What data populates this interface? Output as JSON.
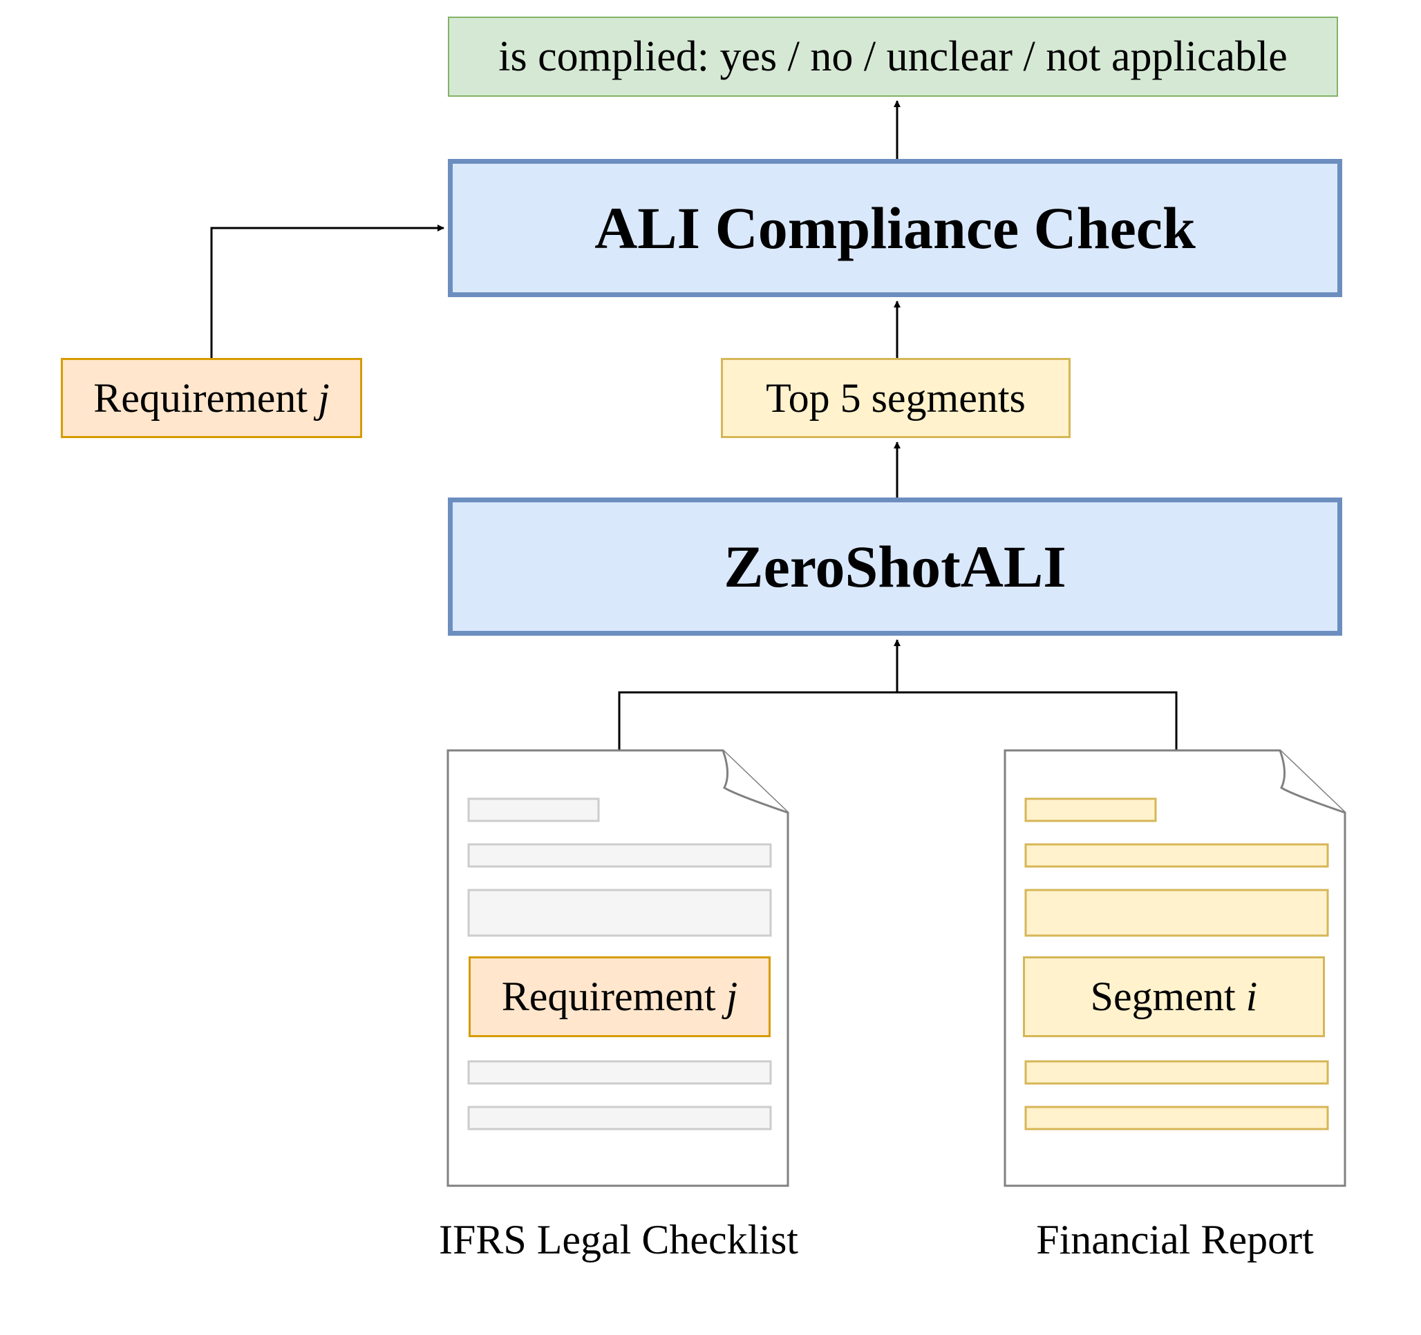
{
  "output": {
    "text": "is complied: yes / no / unclear / not applicable"
  },
  "compliance_check": {
    "label": "ALI Compliance Check"
  },
  "zeroshot": {
    "label": "ZeroShotALI"
  },
  "top_segments": {
    "label": "Top 5 segments"
  },
  "requirement_input": {
    "label": "Requirement",
    "var": "j"
  },
  "checklist_doc": {
    "caption": "IFRS Legal Checklist",
    "highlight_label": "Requirement",
    "highlight_var": "j"
  },
  "report_doc": {
    "caption": "Financial Report",
    "highlight_label": "Segment",
    "highlight_var": "i"
  },
  "colors": {
    "output_fill": "#d5e8d4",
    "output_stroke": "#82b366",
    "process_fill": "#dae8fc",
    "process_stroke": "#6c8ebf",
    "requirement_fill": "#ffe6cc",
    "requirement_stroke": "#d79b00",
    "segment_fill": "#fff2cc",
    "segment_stroke": "#d6b656",
    "doc_line_fill": "#f5f5f5",
    "doc_line_stroke": "#cccccc",
    "doc_stroke": "#808080"
  }
}
